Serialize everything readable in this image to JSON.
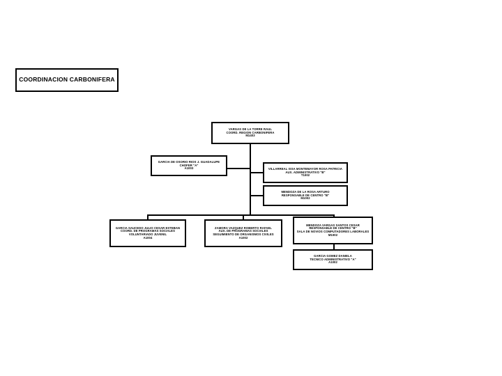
{
  "document": {
    "type": "organizational-chart",
    "language": "es"
  },
  "title_box": {
    "text": "COORDINACION CARBONIFERA"
  },
  "chart_data": {
    "type": "diagram",
    "title": "COORDINACION CARBONIFERA",
    "layout": "orthogonal-tree",
    "nodes": [
      {
        "id": "root",
        "lines": [
          "VARGAS DE LA TORRE RAUL",
          "COORD. REGION CARBONIFERA",
          "M1403"
        ]
      },
      {
        "id": "chofer",
        "lines": [
          "GARCIA DE OSORIO RIOS J. GUADALUPE",
          "CHOFER \"A\"",
          "A1003"
        ]
      },
      {
        "id": "aux-administrativo",
        "lines": [
          "VILLARREAL ISSA MONTEMAYOR ROSA PATRICIA",
          "AUX. ADMINISTRATIVO \"B\"",
          "T1002"
        ]
      },
      {
        "id": "responsable-centro-b",
        "lines": [
          "MENDOZA DE LA ROSA ARTURO",
          "RESPONSABLE DE CENTRO \"B\"",
          "M1002"
        ]
      },
      {
        "id": "coord-programas-sociales",
        "lines": [
          "GARCIA SAUCEDO JULIO CESAR ESTEBAN",
          "COORD. DE PROGRAMAS SOCIALES",
          "VOLUNTARIADO JUVENIL",
          "A1004"
        ]
      },
      {
        "id": "aux-programas-sociales",
        "lines": [
          "ZAMORA VAZQUEZ ROBERTO RAFAEL",
          "AUX. DE PROGRAMAS SOCIALES",
          "SEGUIMIENTO DE ORGANISMOS CIVILES",
          "A1002"
        ]
      },
      {
        "id": "responsable-centro-b-2",
        "lines": [
          "MENDOZA VARGAS SANTOS CESAR",
          "RESPONSABLE DE CENTRO \"B\"",
          "SALA DE NOVIOS COMPUTADORES LABORALES",
          "M1002"
        ]
      },
      {
        "id": "tecnico-administrativo",
        "lines": [
          "GARCIA GOMEZ DANIELA",
          "TECNICO ADMINISTRATIVO \"A\"",
          "A1002"
        ]
      }
    ],
    "edges": [
      {
        "from": "root",
        "to": "chofer"
      },
      {
        "from": "root",
        "to": "aux-administrativo"
      },
      {
        "from": "root",
        "to": "responsable-centro-b"
      },
      {
        "from": "root",
        "to": "coord-programas-sociales"
      },
      {
        "from": "root",
        "to": "aux-programas-sociales"
      },
      {
        "from": "root",
        "to": "responsable-centro-b-2"
      },
      {
        "from": "responsable-centro-b-2",
        "to": "tecnico-administrativo"
      }
    ]
  },
  "colors": {
    "background": "#ffffff",
    "stroke": "#000000",
    "text": "#000000"
  }
}
